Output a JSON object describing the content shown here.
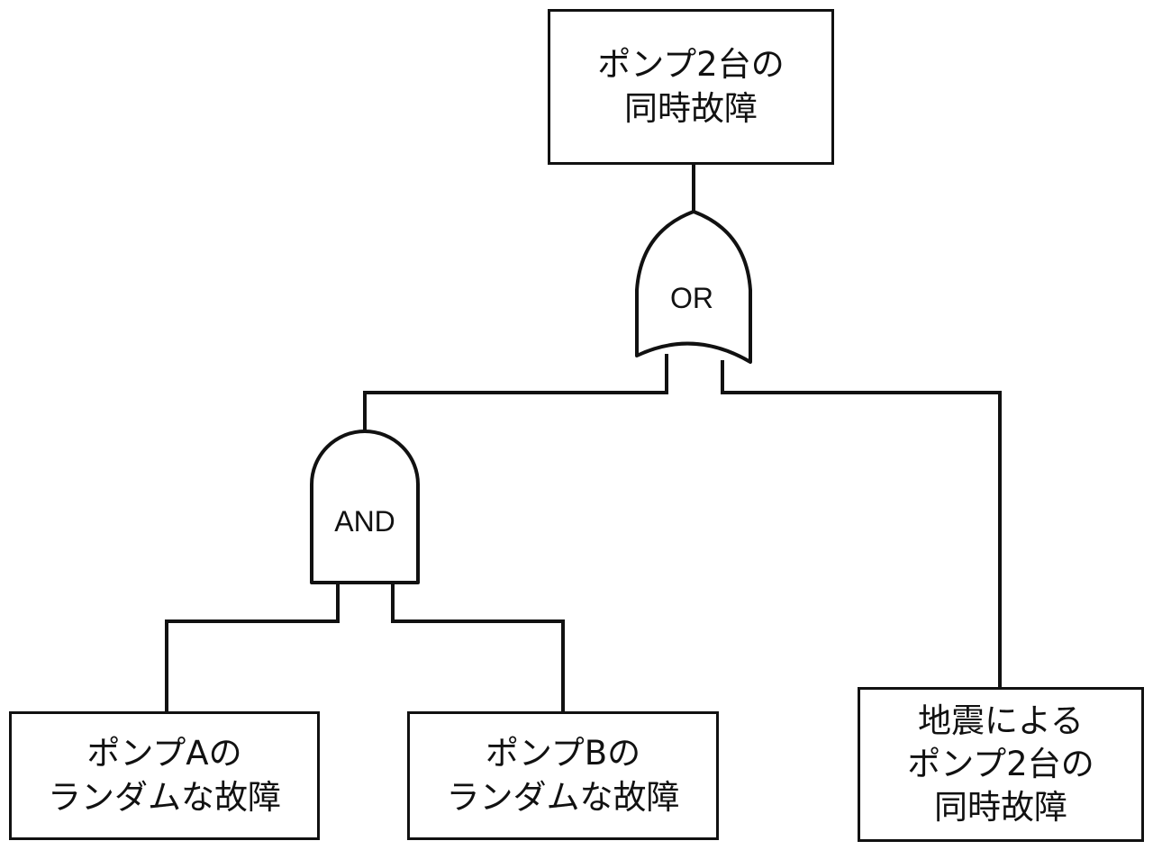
{
  "top_event": {
    "line1": "ポンプ2台の",
    "line2": "同時故障"
  },
  "or_gate": {
    "label": "OR"
  },
  "and_gate": {
    "label": "AND"
  },
  "event_a": {
    "line1": "ポンプAの",
    "line2": "ランダムな故障"
  },
  "event_b": {
    "line1": "ポンプBの",
    "line2": "ランダムな故障"
  },
  "event_quake": {
    "line1": "地震による",
    "line2": "ポンプ2台の",
    "line3": "同時故障"
  }
}
